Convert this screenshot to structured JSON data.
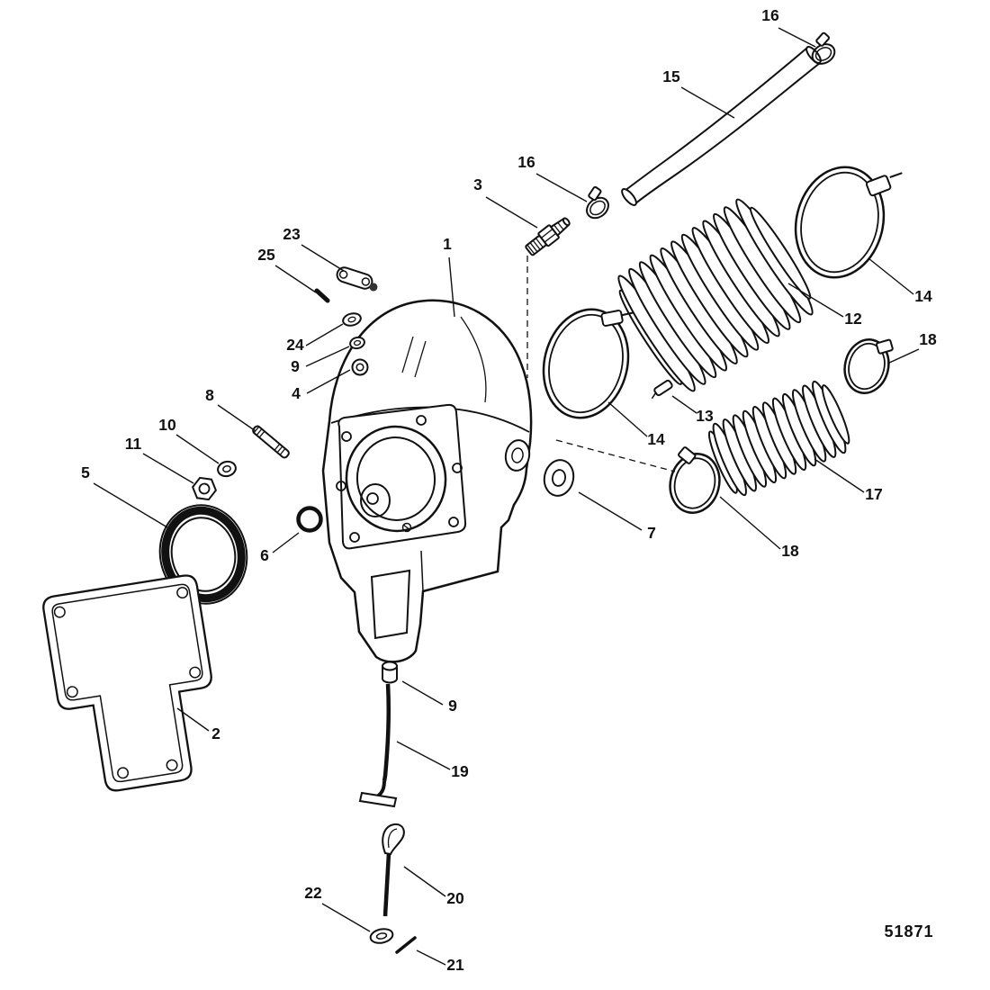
{
  "diagram": {
    "part_number": "51871",
    "callouts": [
      {
        "label": "1"
      },
      {
        "label": "2"
      },
      {
        "label": "3"
      },
      {
        "label": "4"
      },
      {
        "label": "5"
      },
      {
        "label": "6"
      },
      {
        "label": "7"
      },
      {
        "label": "8"
      },
      {
        "label": "9"
      },
      {
        "label": "9"
      },
      {
        "label": "10"
      },
      {
        "label": "11"
      },
      {
        "label": "12"
      },
      {
        "label": "13"
      },
      {
        "label": "14"
      },
      {
        "label": "14"
      },
      {
        "label": "15"
      },
      {
        "label": "16"
      },
      {
        "label": "16"
      },
      {
        "label": "17"
      },
      {
        "label": "18"
      },
      {
        "label": "18"
      },
      {
        "label": "19"
      },
      {
        "label": "20"
      },
      {
        "label": "21"
      },
      {
        "label": "22"
      },
      {
        "label": "23"
      },
      {
        "label": "24"
      },
      {
        "label": "25"
      }
    ]
  }
}
